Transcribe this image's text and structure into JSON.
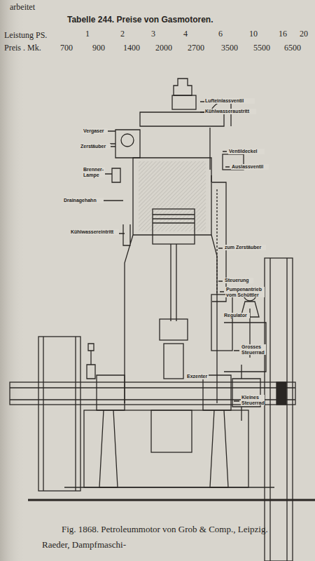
{
  "diagram": {
    "title": "Tabelle 244. Preise von Gasmotoren.",
    "caption": "Fig. 1868. Petroleummotor von Grob & Comp., Leipzig.",
    "labels": [
      "arbeitet",
      "Leistung PS.",
      "1",
      "2",
      "3",
      "4",
      "6",
      "10",
      "16",
      "20",
      "Preis . Mk.",
      "700",
      "900",
      "1400",
      "2000",
      "2700",
      "3500",
      "5500",
      "6500",
      "Vergaser",
      "Zerstäuber",
      "Brenner-Lampe",
      "Drainagehahn",
      "Kühlwassereintritt",
      "Lufteinlassventil",
      "Kühlwasseraustritt",
      "Ventildeckel",
      "Auslassventil",
      "zum Zerstäuber",
      "Steuerung",
      "Pumpenantrieb vom Schüttler",
      "Regulator",
      "Grosses Steuerrad",
      "Exzenter",
      "Kleines Steuerrad",
      "Raeder, Dampfmaschi-"
    ]
  }
}
